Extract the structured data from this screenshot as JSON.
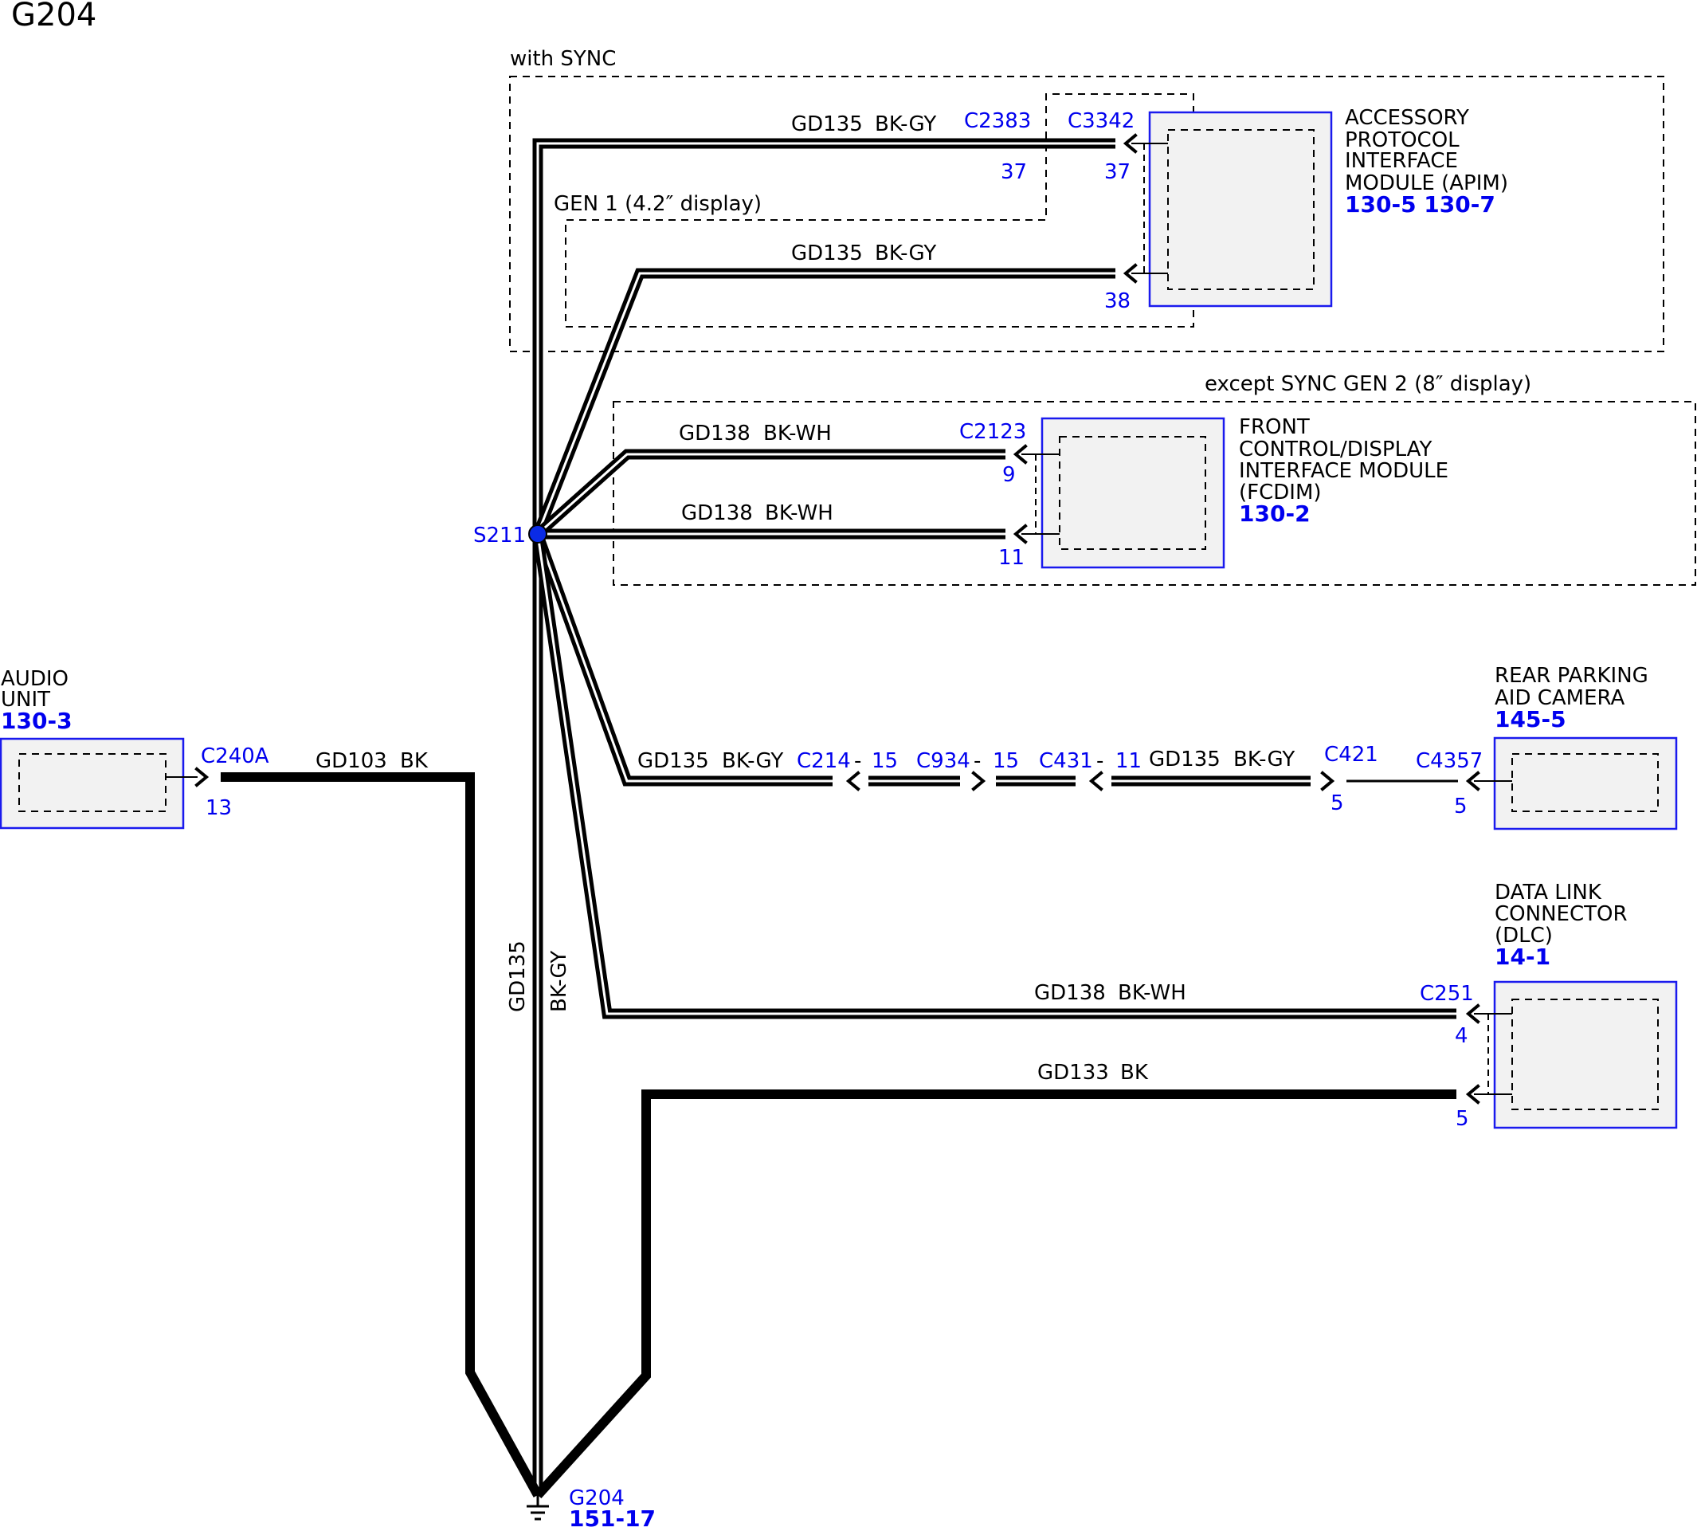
{
  "diagram_title": "G204",
  "regions": {
    "with_sync": "with SYNC",
    "gen1": "GEN 1 (4.2″ display)",
    "except_sync_gen2": "except SYNC GEN 2 (8″ display)"
  },
  "modules": {
    "apim": {
      "lines": [
        "ACCESSORY",
        "PROTOCOL",
        "INTERFACE",
        "MODULE (APIM)"
      ],
      "ref": "130-5 130-7"
    },
    "fcdim": {
      "lines": [
        "FRONT",
        "CONTROL/DISPLAY",
        "INTERFACE MODULE",
        "(FCDIM)"
      ],
      "ref": "130-2"
    },
    "audio": {
      "lines": [
        "AUDIO",
        "UNIT"
      ],
      "ref": "130-3"
    },
    "camera": {
      "lines": [
        "REAR PARKING",
        "AID CAMERA"
      ],
      "ref": "145-5"
    },
    "dlc": {
      "lines": [
        "DATA LINK",
        "CONNECTOR",
        "(DLC)"
      ],
      "ref": "14-1"
    }
  },
  "connectors": {
    "c2383": "C2383",
    "c3342": "C3342",
    "c2123": "C2123",
    "c240a": "C240A",
    "c214": "C214",
    "c934": "C934",
    "c431": "C431",
    "c421": "C421",
    "c4357": "C4357",
    "c251": "C251"
  },
  "pins": {
    "c2383_37": "37",
    "c3342_37": "37",
    "c3342_38": "38",
    "c2123_9": "9",
    "c2123_11": "11",
    "c240a_13": "13",
    "c214_15": "15",
    "c934_15": "15",
    "c431_11": "11",
    "c421_5": "5",
    "c4357_5": "5",
    "c251_4": "4",
    "c251_5": "5"
  },
  "dash_sep": "-",
  "wires": {
    "apim_top": {
      "circuit": "GD135",
      "color": "BK-GY"
    },
    "apim_bottom": {
      "circuit": "GD135",
      "color": "BK-GY"
    },
    "fcdim_top": {
      "circuit": "GD138",
      "color": "BK-WH"
    },
    "fcdim_bottom": {
      "circuit": "GD138",
      "color": "BK-WH"
    },
    "audio": {
      "circuit": "GD103",
      "color": "BK"
    },
    "camera_left": {
      "circuit": "GD135",
      "color": "BK-GY"
    },
    "camera_right": {
      "circuit": "GD135",
      "color": "BK-GY"
    },
    "dlc_top": {
      "circuit": "GD138",
      "color": "BK-WH"
    },
    "dlc_bottom": {
      "circuit": "GD133",
      "color": "BK"
    },
    "vertical": {
      "circuit": "GD135",
      "color": "BK-GY"
    }
  },
  "splice": {
    "label": "S211"
  },
  "ground": {
    "label": "G204",
    "ref": "151-17"
  }
}
